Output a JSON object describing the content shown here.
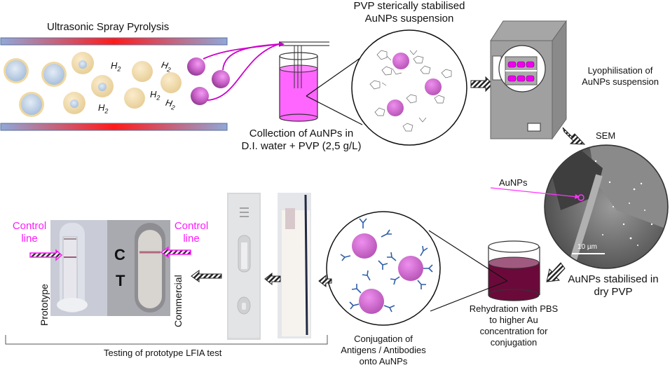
{
  "diagram": {
    "title": "AuNP synthesis to LFIA test workflow",
    "steps": [
      {
        "id": "usp",
        "label": "Ultrasonic Spray Pyrolysis"
      },
      {
        "id": "collection",
        "label_lines": [
          "Collection of AuNPs in",
          "D.I. water + PVP (2,5 g/L)"
        ]
      },
      {
        "id": "suspension",
        "label_lines": [
          "PVP sterically stabilised",
          "AuNPs suspension"
        ]
      },
      {
        "id": "lyophilisation",
        "label_lines": [
          "Lyophilisation of",
          "AuNPs suspension"
        ]
      },
      {
        "id": "sem",
        "label": "SEM",
        "annotation": "AuNPs",
        "scale_bar": "10 µm",
        "caption_lines": [
          "AuNPs stabilised in",
          "dry PVP"
        ]
      },
      {
        "id": "rehydration",
        "label_lines": [
          "Rehydration with PBS",
          "to higher Au",
          "concentration for",
          "conjugation"
        ]
      },
      {
        "id": "conjugation",
        "label_lines": [
          "Conjugation of",
          "Antigens / Antibodies",
          "onto AuNPs"
        ]
      },
      {
        "id": "testing",
        "label": "Testing of prototype LFIA test"
      }
    ],
    "usp_gas_labels": [
      "H",
      "H",
      "H",
      "H",
      "H"
    ],
    "usp_gas_subscript": "2",
    "test_photos": {
      "left_annotation_lines": [
        "Control",
        "line"
      ],
      "right_annotation_lines": [
        "Control",
        "line"
      ],
      "prototype_label": "Prototype",
      "commercial_label": "Commercial",
      "commercial_marks": [
        "C",
        "T"
      ]
    },
    "colors": {
      "aunp": "#d45fd4",
      "liquid_pink": "#ff66ff",
      "liquid_dark": "#6b0a3a",
      "annotation": "#ff1aff",
      "antibody": "#2f5fa8",
      "heater_blue": "#8fa8d8",
      "heater_red": "#ff1a1a"
    }
  }
}
